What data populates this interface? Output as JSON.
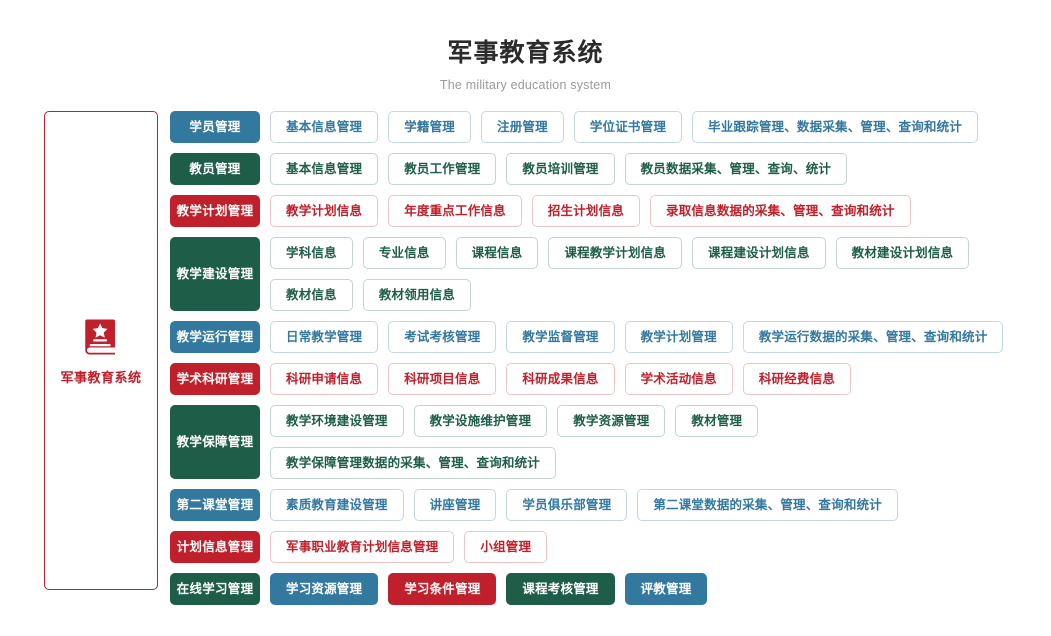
{
  "header": {
    "title": "军事教育系统",
    "subtitle": "The military education system"
  },
  "brand": {
    "icon": "book-star-icon",
    "label": "军事教育系统",
    "color": "#c0202b"
  },
  "palette": {
    "blue": "#33789f",
    "green": "#1e5e48",
    "red": "#c0202b",
    "blue_border": "#c3d8e4",
    "green_border": "#c2d5ce",
    "red_border": "#eec4c7"
  },
  "rows": [
    {
      "label": "学员管理",
      "color": "blue",
      "style": "outline",
      "items": [
        "基本信息管理",
        "学籍管理",
        "注册管理",
        "学位证书管理",
        "毕业跟踪管理、数据采集、管理、查询和统计"
      ]
    },
    {
      "label": "教员管理",
      "color": "green",
      "style": "outline",
      "items": [
        "基本信息管理",
        "教员工作管理",
        "教员培训管理",
        "教员数据采集、管理、查询、统计"
      ]
    },
    {
      "label": "教学计划管理",
      "color": "red",
      "style": "outline",
      "items": [
        "教学计划信息",
        "年度重点工作信息",
        "招生计划信息",
        "录取信息数据的采集、管理、查询和统计"
      ]
    },
    {
      "label": "教学建设管理",
      "color": "green",
      "style": "outline",
      "items": [
        "学科信息",
        "专业信息",
        "课程信息",
        "课程教学计划信息",
        "课程建设计划信息",
        "教材建设计划信息",
        "教材信息",
        "教材领用信息"
      ]
    },
    {
      "label": "教学运行管理",
      "color": "blue",
      "style": "outline",
      "items": [
        "日常教学管理",
        "考试考核管理",
        "教学监督管理",
        "教学计划管理",
        "教学运行数据的采集、管理、查询和统计"
      ]
    },
    {
      "label": "学术科研管理",
      "color": "red",
      "style": "outline",
      "items": [
        "科研申请信息",
        "科研项目信息",
        "科研成果信息",
        "学术活动信息",
        "科研经费信息"
      ]
    },
    {
      "label": "教学保障管理",
      "color": "green",
      "style": "outline",
      "items": [
        "教学环境建设管理",
        "教学设施维护管理",
        "教学资源管理",
        "教材管理",
        "教学保障管理数据的采集、管理、查询和统计"
      ]
    },
    {
      "label": "第二课堂管理",
      "color": "blue",
      "style": "outline",
      "items": [
        "素质教育建设管理",
        "讲座管理",
        "学员俱乐部管理",
        "第二课堂数据的采集、管理、查询和统计"
      ]
    },
    {
      "label": "计划信息管理",
      "color": "red",
      "style": "outline",
      "items": [
        "军事职业教育计划信息管理",
        "小组管理"
      ]
    },
    {
      "label": "在线学习管理",
      "color": "green",
      "style": "solid",
      "item_colors": [
        "blue",
        "red",
        "green",
        "blue"
      ],
      "items": [
        "学习资源管理",
        "学习条件管理",
        "课程考核管理",
        "评教管理"
      ]
    }
  ]
}
